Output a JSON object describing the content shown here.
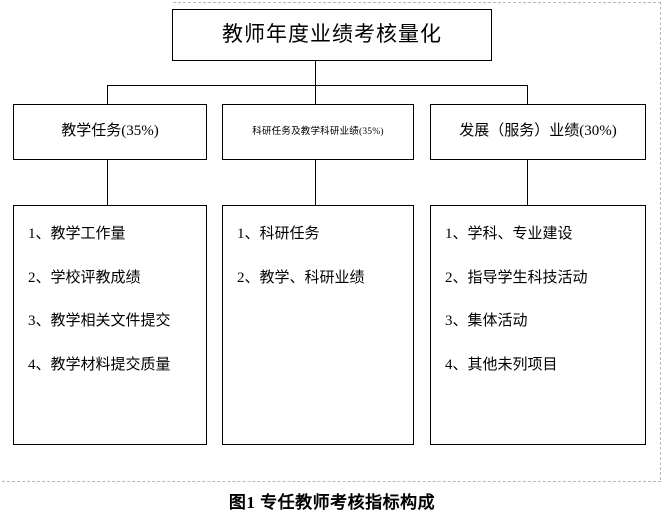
{
  "figure": {
    "caption": "图1  专任教师考核指标构成",
    "root": {
      "label": "教师年度业绩考核量化"
    },
    "categories": [
      {
        "label": "教学任务(35%)",
        "weight": "35%",
        "small_text": false,
        "items": [
          "1、教学工作量",
          "2、学校评教成绩",
          "3、教学相关文件提交",
          "4、教学材料提交质量"
        ]
      },
      {
        "label": "科研任务及教学科研业绩(35%)",
        "weight": "35%",
        "small_text": true,
        "items": [
          "1、科研任务",
          "2、教学、科研业绩"
        ]
      },
      {
        "label": "发展（服务）业绩(30%)",
        "weight": "30%",
        "small_text": false,
        "items": [
          "1、学科、专业建设",
          "2、指导学生科技活动",
          "3、集体活动",
          "4、其他未列项目"
        ]
      }
    ]
  },
  "colors": {
    "line": "#000000",
    "text": "#000000",
    "background": "#ffffff",
    "guide": "#b8b8b8"
  }
}
